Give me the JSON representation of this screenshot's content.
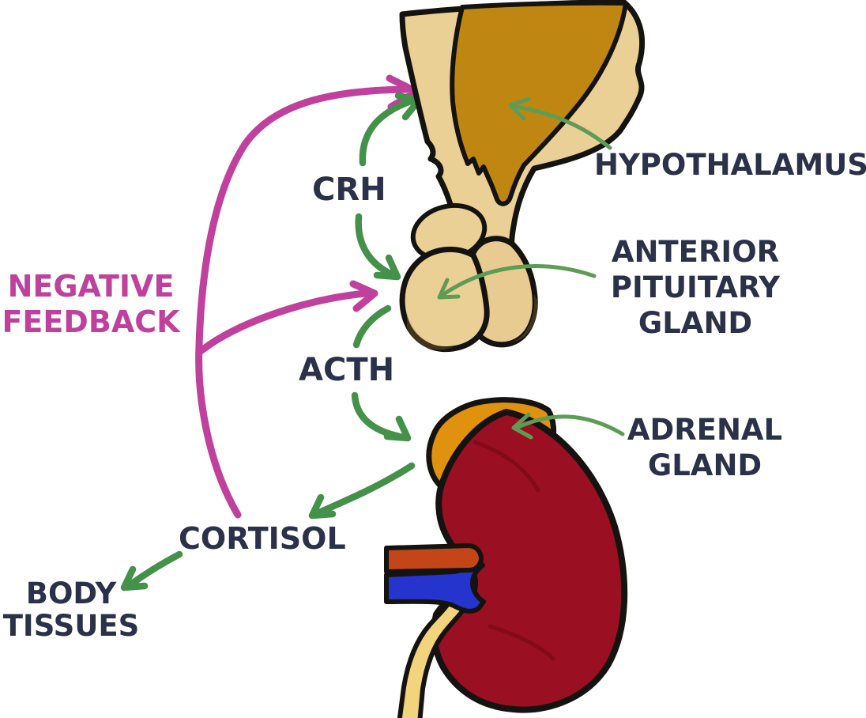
{
  "diagram_type": "hand-drawn physiology diagram of the HPA axis (stress hormone cascade) with negative feedback",
  "labels": {
    "hypothalamus": "HYPOTHALAMUS",
    "anterior_pituitary": [
      "ANTERIOR",
      "PITUITARY",
      "GLAND"
    ],
    "adrenal_gland": [
      "ADRENAL",
      "GLAND"
    ],
    "crh": "CRH",
    "acth": "ACTH",
    "cortisol": "CORTISOL",
    "body_tissues": [
      "BODY",
      "TISSUES"
    ],
    "negative_feedback": [
      "NEGATIVE",
      "FEEDBACK"
    ]
  },
  "flow": [
    "Hypothalamus releases CRH to anterior pituitary gland",
    "Anterior pituitary releases ACTH to adrenal gland",
    "Adrenal gland releases cortisol to body tissues",
    "Cortisol exerts negative feedback on hypothalamus and anterior pituitary"
  ],
  "colors": {
    "label_text": "#2A3148",
    "negative_feedback_pink": "#C0409D",
    "flow_arrow_green": "#44914A",
    "pointer_arrow_green": "#5E9C55",
    "brain_cream": "#EBD096",
    "hypothalamus_gold": "#BF8712",
    "adrenal_orange": "#E0920F",
    "kidney_red": "#9B0F22",
    "renal_artery_red": "#C34518",
    "renal_vein_blue": "#2634CE",
    "ureter_yellow": "#F2D47D",
    "outline_black": "#151310",
    "background": "#FFFFFF"
  }
}
